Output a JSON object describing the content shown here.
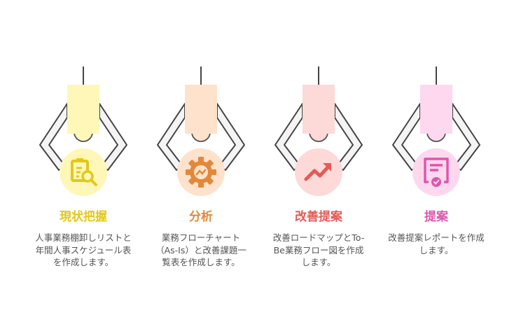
{
  "steps": [
    {
      "title": "現状把握",
      "description": "人事業務棚卸しリストと年間人事スケジュール表を作成します。",
      "icon": "clipboard-search-icon",
      "color": "#e2c81a",
      "light": "#fff7b8",
      "circle": "#fff7b8"
    },
    {
      "title": "分析",
      "description": "業務フローチャート（As-Is）と改善課題一覧表を作成します。",
      "icon": "gear-chart-icon",
      "color": "#e3883a",
      "light": "#fee2cb",
      "circle": "#fee2cb"
    },
    {
      "title": "改善提案",
      "description": "改善ロードマップとTo-Be業務フロー図を作成します。",
      "icon": "trend-up-icon",
      "color": "#e55a55",
      "light": "#fdd9d8",
      "circle": "#fdd9d8"
    },
    {
      "title": "提案",
      "description": "改善提案レポートを作成します。",
      "icon": "certificate-icon",
      "color": "#dc57ab",
      "light": "#fdd8ef",
      "circle": "#fdd8ef"
    }
  ]
}
